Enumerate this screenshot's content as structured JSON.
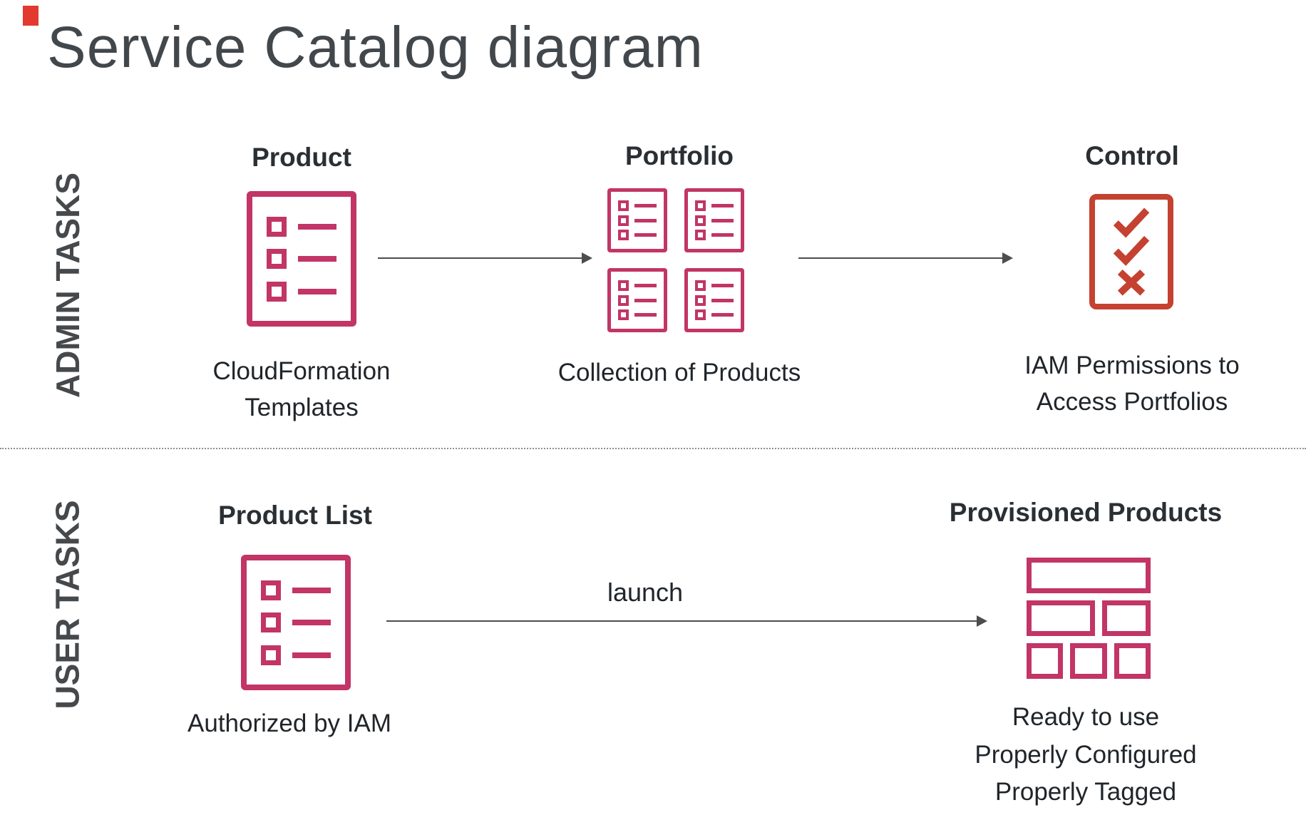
{
  "title": "Service Catalog diagram",
  "colors": {
    "pink": "#C23566",
    "red": "#C54130",
    "accent": "#E23A2E",
    "arrow": "#4D4D4D",
    "title_gray": "#42474C"
  },
  "icons": {
    "product": "list-document-icon",
    "portfolio": "list-document-grid-icon",
    "control": "checklist-checks-icon",
    "provisioned": "bricks-icon"
  },
  "admin": {
    "row_label": "ADMIN TASKS",
    "product": {
      "label": "Product",
      "caption": "CloudFormation\nTemplates"
    },
    "portfolio": {
      "label": "Portfolio",
      "caption": "Collection of Products"
    },
    "control": {
      "label": "Control",
      "caption": "IAM Permissions to\nAccess Portfolios"
    }
  },
  "user": {
    "row_label": "USER TASKS",
    "product_list": {
      "label": "Product List",
      "caption": "Authorized by IAM"
    },
    "launch_label": "launch",
    "provisioned": {
      "label": "Provisioned Products",
      "caption": "Ready to use\nProperly Configured\nProperly Tagged"
    }
  }
}
